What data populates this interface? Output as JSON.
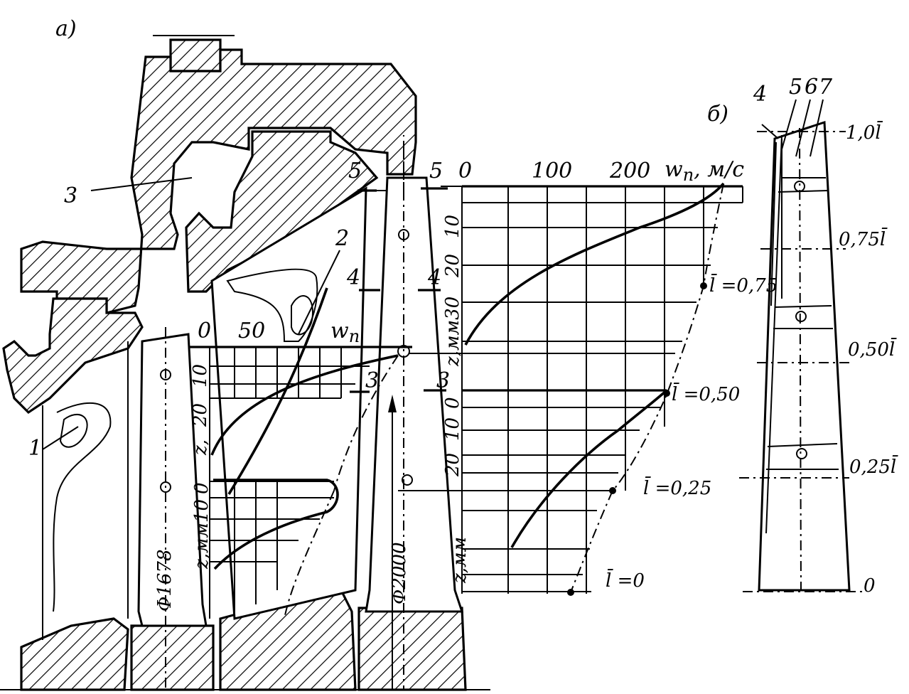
{
  "figure": {
    "panel_a": "а)",
    "panel_b": "б)"
  },
  "parts": {
    "p1": "1",
    "p2": "2",
    "p3": "3",
    "p4": "4",
    "p5": "5",
    "p6": "6",
    "p7": "7"
  },
  "sections": {
    "s3a": "3",
    "s3b": "3",
    "s4a": "4",
    "s4b": "4",
    "s5a": "5",
    "s5b": "5"
  },
  "small_plot": {
    "x_ticks": [
      "0",
      "50"
    ],
    "x_label": "w",
    "x_label_sub": "n",
    "y_ticks_top": [
      "10",
      "20"
    ],
    "y_label_top": "z,",
    "y_ticks_bottom": [
      "0",
      "10"
    ],
    "y_label_bottom": "z,мм"
  },
  "big_plot": {
    "x_ticks": [
      "0",
      "100",
      "200"
    ],
    "x_label": "w",
    "x_label_sub": "n",
    "x_unit": ", м/с",
    "y_ticks_1": [
      "10",
      "20"
    ],
    "y_label_1": "z,мм30",
    "y_ticks_2": [
      "0",
      "10",
      "20"
    ],
    "y_label_2": "z,мм"
  },
  "dims": {
    "d1": "Φ1678",
    "d2": "Φ2000"
  },
  "levels_a": {
    "l075": "l̄ =0,75",
    "l050": "l̄ =0,50",
    "l025": "l̄ =0,25",
    "l0": "l̄ =0"
  },
  "levels_b": {
    "l10": "1,0l̄",
    "l075": "0,75l̄",
    "l050": "0,50l̄",
    "l025": "0,25l̄",
    "l0": "0"
  }
}
